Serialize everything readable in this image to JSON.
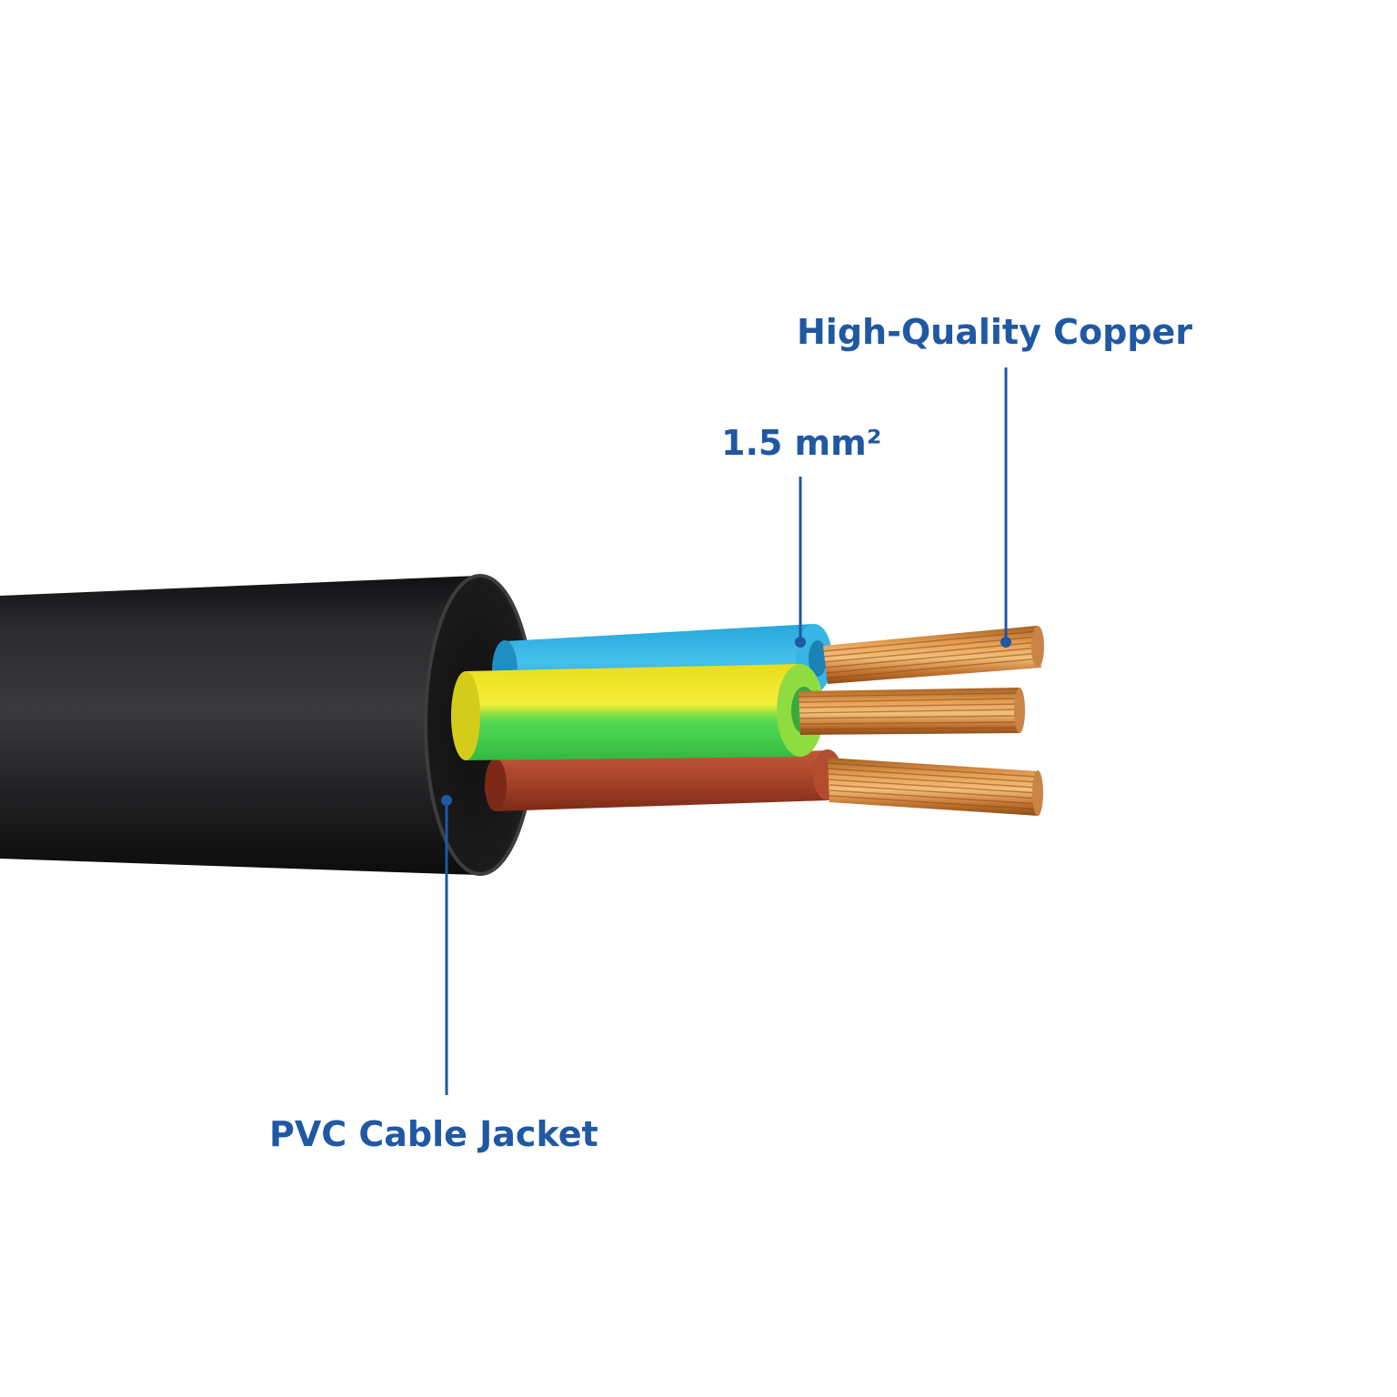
{
  "labels": {
    "copper": "High-Quality Copper",
    "gauge": "1.5 mm²",
    "jacket": "PVC Cable Jacket"
  },
  "colors": {
    "label": "#1f58a3",
    "jacket": "#1c1c1e",
    "core_blue": "#2fb0e0",
    "core_yellow": "#f1ea2a",
    "core_green": "#4fd852",
    "core_brown": "#a8442b",
    "copper": "#d98a3a"
  }
}
